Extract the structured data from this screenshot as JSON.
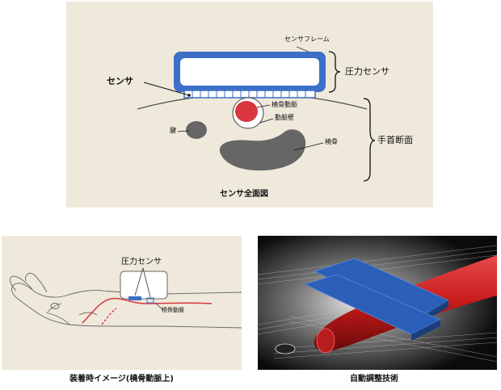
{
  "top_diagram": {
    "frame_label": "センサフレーム",
    "pressure_sensor_label": "圧力センサ",
    "sensor_label": "センサ",
    "radial_artery_label": "橈骨動脈",
    "artery_wall_label": "動脈壁",
    "tendon_label": "腱",
    "radius_bone_label": "橈骨",
    "wrist_section_label": "手首断面",
    "caption": "センサ全面図"
  },
  "wearing_diagram": {
    "pressure_sensor_label": "圧力センサ",
    "radial_artery_label": "橈骨動脈",
    "caption": "装着時イメージ(橈骨動脈上)"
  },
  "auto_adjust": {
    "caption": "自動調整技術"
  },
  "colors": {
    "sensor_blue": "#3c6fc8",
    "artery_red": "#d9363e",
    "bone_gray": "#666666",
    "panel_bg": "#efe9db"
  }
}
